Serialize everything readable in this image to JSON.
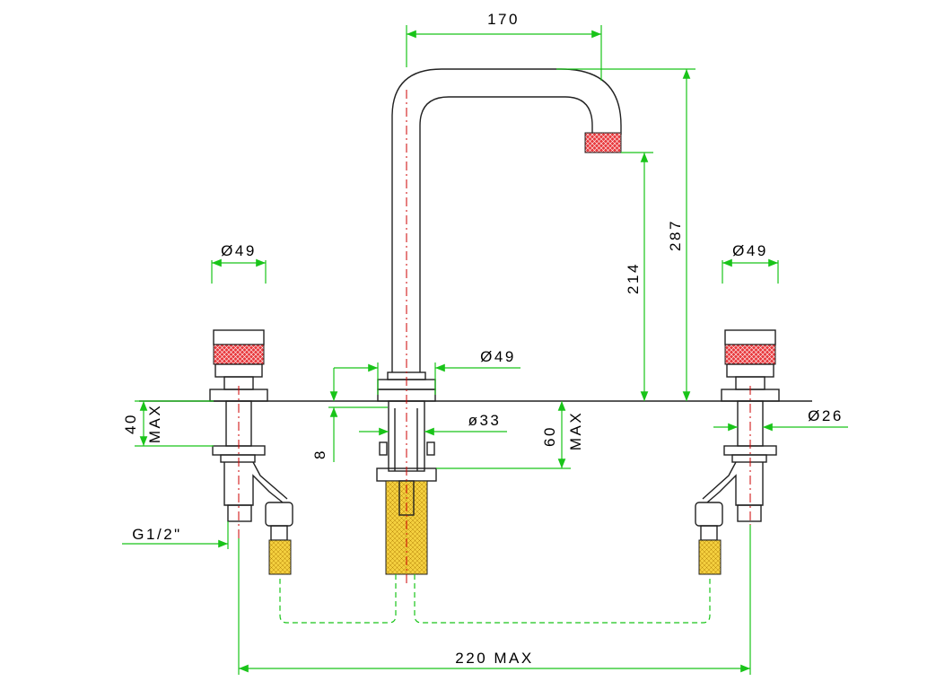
{
  "dimensions": {
    "spout_reach": "170",
    "total_height": "287",
    "spout_outlet_height": "214",
    "handle_diameter_left": "Ø49",
    "handle_diameter_right": "Ø49",
    "spout_base_diameter": "Ø49",
    "shank_diameter_spout": "ø33",
    "shank_diameter_handle": "Ø26",
    "deck_max_left": "40",
    "deck_max_left_unit": "MAX",
    "deck_max_spout": "60",
    "deck_max_spout_unit": "MAX",
    "base_offset": "8",
    "connection_thread": "G1/2\"",
    "center_spread": "220 MAX"
  },
  "colors": {
    "dimension_line": "#19c419",
    "center_axis": "#cc0000",
    "knurl": "#e8393d",
    "hose": "#f4d03f",
    "outline": "#222222"
  }
}
